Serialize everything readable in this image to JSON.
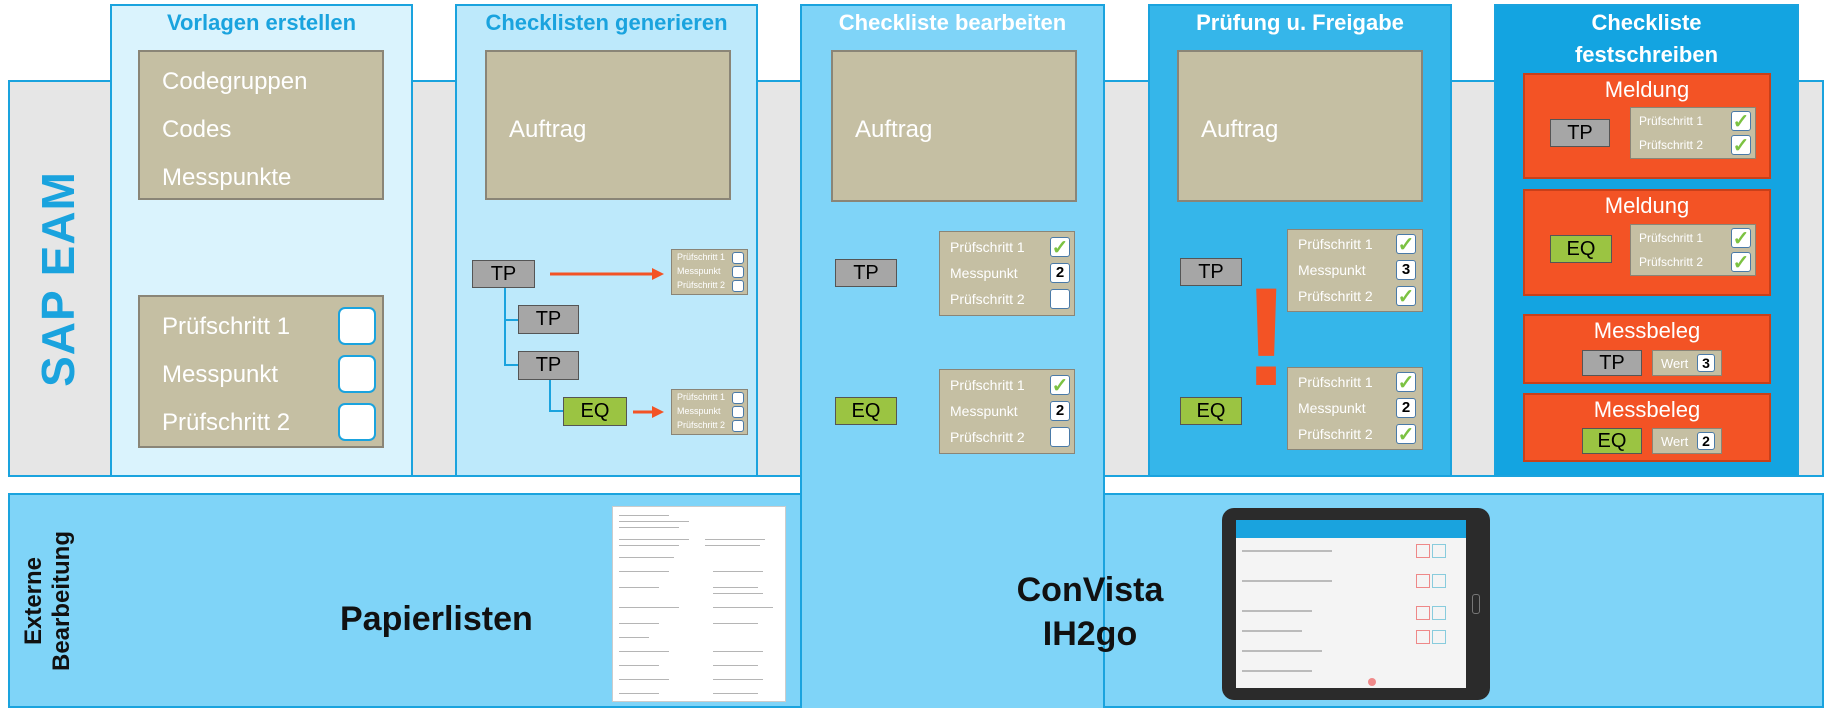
{
  "side_labels": {
    "sap": "SAP EAM",
    "ext_line1": "Externe",
    "ext_line2": "Bearbeitung"
  },
  "columns": [
    {
      "title": "Vorlagen erstellen"
    },
    {
      "title": "Checklisten generieren"
    },
    {
      "title": "Checkliste bearbeiten"
    },
    {
      "title": "Prüfung u. Freigabe"
    },
    {
      "title_line1": "Checkliste",
      "title_line2": "festschreiben"
    }
  ],
  "templates": {
    "items": [
      "Codegruppen",
      "Codes",
      "Messpunkte"
    ],
    "steps": [
      "Prüfschritt 1",
      "Messpunkt",
      "Prüfschritt 2"
    ]
  },
  "auftrag": "Auftrag",
  "tags": {
    "tp": "TP",
    "eq": "EQ"
  },
  "checklist_rows": [
    "Prüfschritt 1",
    "Messpunkt",
    "Prüfschritt 2"
  ],
  "short_rows": [
    "Prüfschritt 1",
    "Prüfschritt 2"
  ],
  "values": {
    "bearbeiten_tp": "2",
    "bearbeiten_eq": "2",
    "pruefung_tp": "3",
    "pruefung_eq": "2"
  },
  "exclamation": "!",
  "meldung": "Meldung",
  "messbeleg": "Messbeleg",
  "wert_label": "Wert",
  "messbeleg_values": {
    "tp": "3",
    "eq": "2"
  },
  "external": {
    "papier": "Papierlisten",
    "convista_line1": "ConVista",
    "convista_line2": "IH2go"
  },
  "colors": {
    "accent": "#1aa3de",
    "gray_box": "#c5bfa3",
    "red": "#f35325",
    "eq_green": "#9bc442"
  }
}
